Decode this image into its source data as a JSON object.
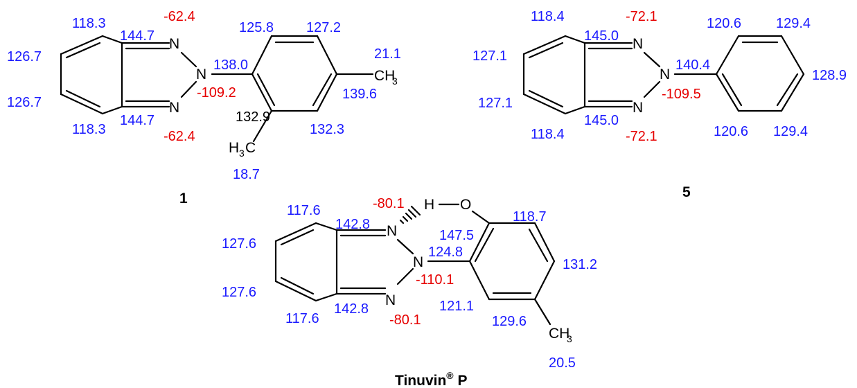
{
  "compound_1": {
    "label": "1",
    "c13": {
      "c4": "118.3",
      "c5": "126.7",
      "c6": "126.7",
      "c7": "118.3",
      "c3a": "144.7",
      "c7a": "144.7",
      "ipso": "138.0",
      "ortho_h": "125.8",
      "meta_h": "127.2",
      "para": "139.6",
      "meta2": "132.3",
      "ortho_me": "132.9",
      "para_ch3": "21.1",
      "ortho_ch3": "18.7"
    },
    "n15": {
      "n1": "-62.4",
      "n2": "-109.2",
      "n3": "-62.4"
    }
  },
  "compound_5": {
    "label": "5",
    "c13": {
      "c4": "118.4",
      "c5": "127.1",
      "c6": "127.1",
      "c7": "118.4",
      "c3a": "145.0",
      "c7a": "145.0",
      "ipso": "140.4",
      "ortho_top": "120.6",
      "meta_top": "129.4",
      "para": "128.9",
      "meta_bot": "129.4",
      "ortho_bot": "120.6"
    },
    "n15": {
      "n1": "-72.1",
      "n2": "-109.5",
      "n3": "-72.1"
    }
  },
  "compound_tinuvin": {
    "label_main": "Tinuvin",
    "label_mark": "®",
    "label_tail": " P",
    "c13": {
      "c4": "117.6",
      "c5": "127.6",
      "c6": "127.6",
      "c7": "117.6",
      "c3a": "142.8",
      "c7a": "142.8",
      "ipso": "124.8",
      "c_oh": "147.5",
      "ortho_h": "118.7",
      "meta_h": "131.2",
      "para": "129.6",
      "ortho2": "121.1",
      "ch3": "20.5"
    },
    "n15": {
      "n1": "-80.1",
      "n2": "-110.1",
      "n3": "-80.1"
    }
  },
  "atoms": {
    "N": "N",
    "O": "O",
    "H": "H",
    "CH": "CH",
    "three": "3",
    "H3": "H",
    "C": "C"
  },
  "colors": {
    "c13_shift": "#1a1aff",
    "n15_shift": "#e60000",
    "bonds": "#000000"
  }
}
